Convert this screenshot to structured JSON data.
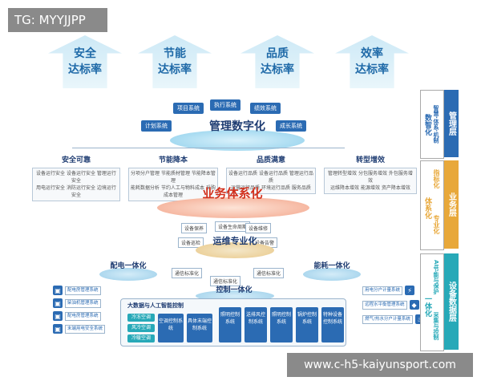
{
  "watermark": {
    "tag": "TG: MYYJJPP",
    "url": "www.c-h5-kaiyunsport.com"
  },
  "top_arrows": [
    {
      "l1": "安全",
      "l2": "达标率"
    },
    {
      "l1": "节能",
      "l2": "达标率"
    },
    {
      "l1": "品质",
      "l2": "达标率"
    },
    {
      "l1": "效率",
      "l2": "达标率"
    }
  ],
  "mgmt": {
    "title": "管理数字化",
    "systems": [
      "项目系统",
      "执行系统",
      "绩效系统",
      "计划系统",
      "成长系统"
    ]
  },
  "categories": [
    {
      "name": "安全可靠",
      "items": [
        "设备运行安全",
        "设备运行安全",
        "管理运行安全",
        "用电运行安全",
        "消防运行安全",
        "边境运行安全"
      ]
    },
    {
      "name": "节能降本",
      "items": [
        "分项分户管理",
        "节能质材管理",
        "节能降本管理",
        "能耗数据分析",
        "节约人工与物料成本",
        "采购成本管理"
      ]
    },
    {
      "name": "品质满意",
      "items": [
        "设备运行品质",
        "设备运行品质",
        "管理运行品质",
        "运营运行品质",
        "环境运行品质",
        "服务品质"
      ]
    },
    {
      "name": "转型增效",
      "items": [
        "管理转型增效",
        "分包服务增效",
        "外包服务增效",
        "运维降本增效",
        "能源增效",
        "资产降本增效"
      ]
    }
  ],
  "biz": {
    "title": "业务体系化"
  },
  "ops": {
    "title": "运维专业化",
    "tags": [
      "设备保养",
      "设备生命周期",
      "设备维修",
      "设备巡检",
      "设备告警"
    ]
  },
  "integr": {
    "left": "配电一体化",
    "right": "能耗一体化",
    "ctrl": "控制一体化",
    "std_left": "通信标准化",
    "std_mid": "通信标准化",
    "std_right": "通信标准化"
  },
  "left_items": [
    "配电房管理系统",
    "柴油机管理系统",
    "配电房管理系统",
    "末端用电安全系统"
  ],
  "right_items": [
    "用电分户计量系统",
    "远程水平衡管理系统",
    "燃气/热水分户计量系统"
  ],
  "bigdata": {
    "title": "大数据与人工智能控制",
    "sub": [
      "冷冻空调",
      "风冷空调",
      "冷暖空调",
      "空调控制系统",
      "具体末端控制系统"
    ],
    "tiles": [
      "照明控制系统",
      "送排风控制系统",
      "照明控制系统",
      "锅炉控制系统",
      "特种设备控制系统"
    ]
  },
  "side": {
    "mgmt": {
      "inner": "数智化",
      "inner2": "智慧·体系·机制",
      "bar": "管理层"
    },
    "biz": {
      "inner": "体系化",
      "inner2": "指标化",
      "inner3": "专业化",
      "bar": "业务层"
    },
    "dev": {
      "inner": "一体化",
      "inner2": "AI节能与保护",
      "inner3": "采集与控制",
      "bar": "设备数据层"
    }
  }
}
